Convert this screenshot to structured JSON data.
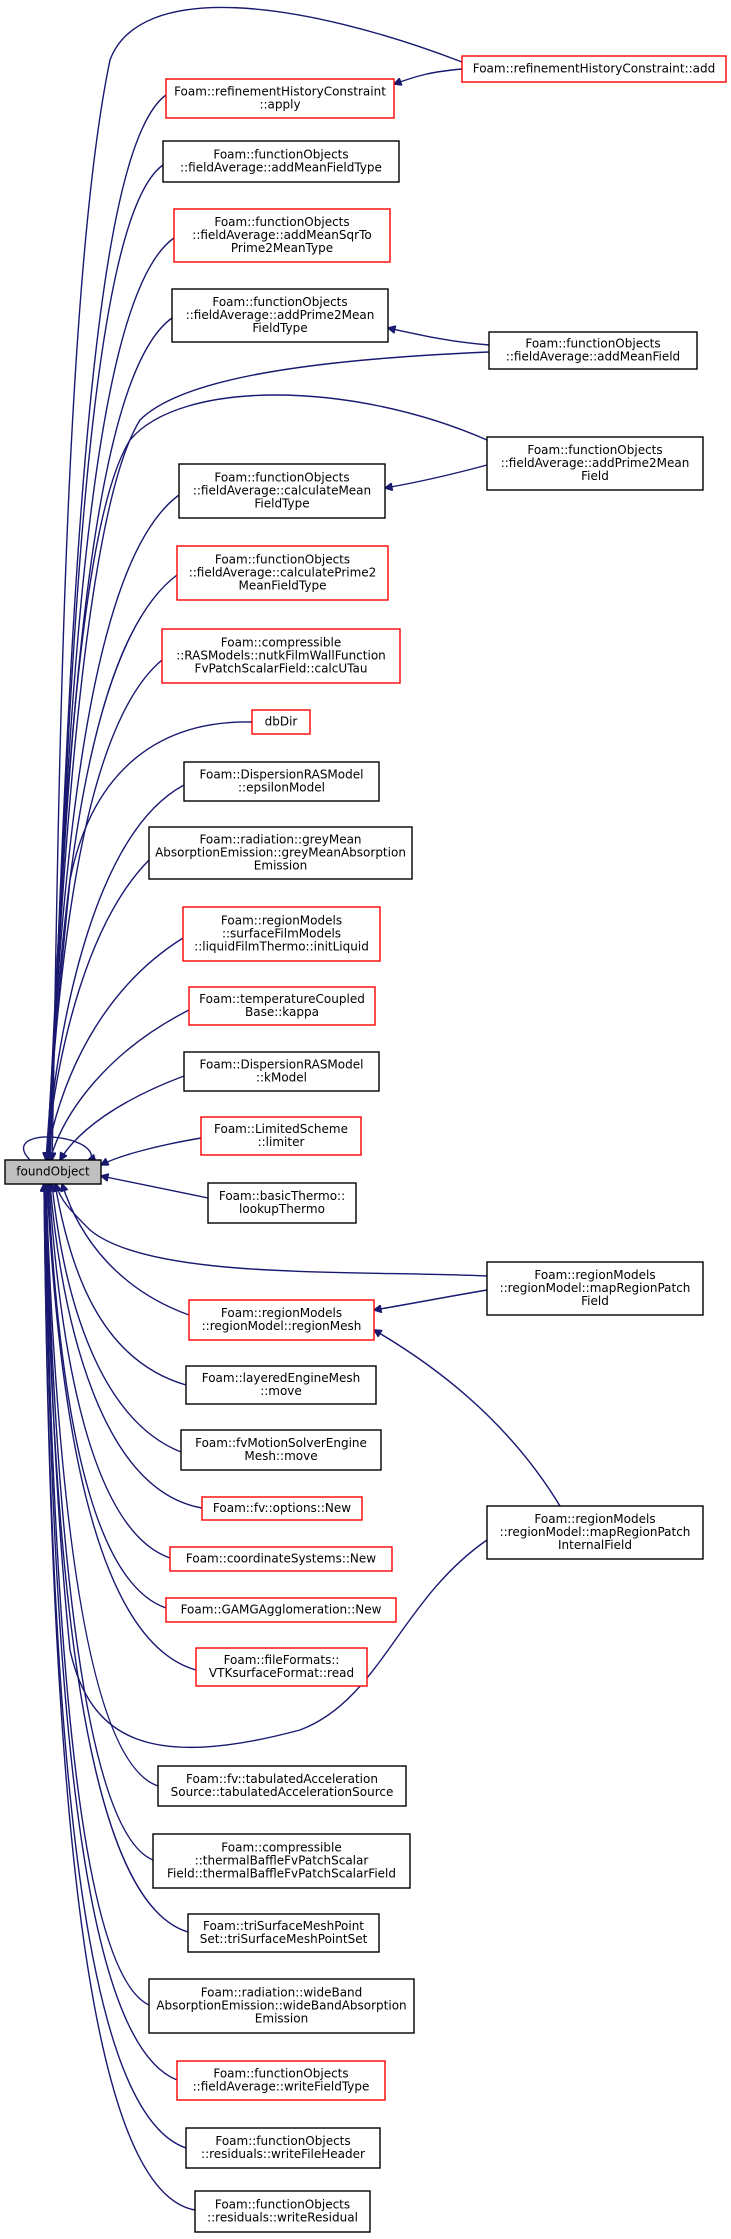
{
  "colors": {
    "edge": "#191970",
    "link_border": "#ff0000",
    "plain_border": "#000000",
    "root_fill": "#bfbfbf"
  },
  "nodes": [
    {
      "id": "root",
      "lines": [
        "foundObject"
      ],
      "style": "root"
    },
    {
      "id": "n_add",
      "lines": [
        "Foam::refinementHistoryConstraint::add"
      ],
      "style": "red"
    },
    {
      "id": "n_apply",
      "lines": [
        "Foam::refinementHistoryConstraint",
        "::apply"
      ],
      "style": "red"
    },
    {
      "id": "n_addMeanFieldType",
      "lines": [
        "Foam::functionObjects",
        "::fieldAverage::addMeanFieldType"
      ],
      "style": "black"
    },
    {
      "id": "n_addMeanSqr",
      "lines": [
        "Foam::functionObjects",
        "::fieldAverage::addMeanSqrTo",
        "Prime2MeanType"
      ],
      "style": "red"
    },
    {
      "id": "n_addPrime2MeanFieldType",
      "lines": [
        "Foam::functionObjects",
        "::fieldAverage::addPrime2Mean",
        "FieldType"
      ],
      "style": "black"
    },
    {
      "id": "n_addMeanField",
      "lines": [
        "Foam::functionObjects",
        "::fieldAverage::addMeanField"
      ],
      "style": "black"
    },
    {
      "id": "n_addPrime2MeanField",
      "lines": [
        "Foam::functionObjects",
        "::fieldAverage::addPrime2Mean",
        "Field"
      ],
      "style": "black"
    },
    {
      "id": "n_calculateMean",
      "lines": [
        "Foam::functionObjects",
        "::fieldAverage::calculateMean",
        "FieldType"
      ],
      "style": "black"
    },
    {
      "id": "n_calculatePrime2",
      "lines": [
        "Foam::functionObjects",
        "::fieldAverage::calculatePrime2",
        "MeanFieldType"
      ],
      "style": "red"
    },
    {
      "id": "n_calcUTau",
      "lines": [
        "Foam::compressible",
        "::RASModels::nutkFilmWallFunction",
        "FvPatchScalarField::calcUTau"
      ],
      "style": "red"
    },
    {
      "id": "n_dbDir",
      "lines": [
        "dbDir"
      ],
      "style": "red"
    },
    {
      "id": "n_epsilonModel",
      "lines": [
        "Foam::DispersionRASModel",
        "::epsilonModel"
      ],
      "style": "black"
    },
    {
      "id": "n_greyMean",
      "lines": [
        "Foam::radiation::greyMean",
        "AbsorptionEmission::greyMeanAbsorption",
        "Emission"
      ],
      "style": "black"
    },
    {
      "id": "n_initLiquid",
      "lines": [
        "Foam::regionModels",
        "::surfaceFilmModels",
        "::liquidFilmThermo::initLiquid"
      ],
      "style": "red"
    },
    {
      "id": "n_kappa",
      "lines": [
        "Foam::temperatureCoupled",
        "Base::kappa"
      ],
      "style": "red"
    },
    {
      "id": "n_kModel",
      "lines": [
        "Foam::DispersionRASModel",
        "::kModel"
      ],
      "style": "black"
    },
    {
      "id": "n_limiter",
      "lines": [
        "Foam::LimitedScheme",
        "::limiter"
      ],
      "style": "red"
    },
    {
      "id": "n_lookupThermo",
      "lines": [
        "Foam::basicThermo::",
        "lookupThermo"
      ],
      "style": "black"
    },
    {
      "id": "n_mapRegionPatchField",
      "lines": [
        "Foam::regionModels",
        "::regionModel::mapRegionPatch",
        "Field"
      ],
      "style": "black"
    },
    {
      "id": "n_regionMesh",
      "lines": [
        "Foam::regionModels",
        "::regionModel::regionMesh"
      ],
      "style": "red"
    },
    {
      "id": "n_layeredMove",
      "lines": [
        "Foam::layeredEngineMesh",
        "::move"
      ],
      "style": "black"
    },
    {
      "id": "n_fvMotionMove",
      "lines": [
        "Foam::fvMotionSolverEngine",
        "Mesh::move"
      ],
      "style": "black"
    },
    {
      "id": "n_mapRegionPatchInternal",
      "lines": [
        "Foam::regionModels",
        "::regionModel::mapRegionPatch",
        "InternalField"
      ],
      "style": "black"
    },
    {
      "id": "n_optionsNew",
      "lines": [
        "Foam::fv::options::New"
      ],
      "style": "red"
    },
    {
      "id": "n_coordNew",
      "lines": [
        "Foam::coordinateSystems::New"
      ],
      "style": "red"
    },
    {
      "id": "n_gamgNew",
      "lines": [
        "Foam::GAMGAgglomeration::New"
      ],
      "style": "red"
    },
    {
      "id": "n_vtkRead",
      "lines": [
        "Foam::fileFormats::",
        "VTKsurfaceFormat::read"
      ],
      "style": "red"
    },
    {
      "id": "n_tabulated",
      "lines": [
        "Foam::fv::tabulatedAcceleration",
        "Source::tabulatedAccelerationSource"
      ],
      "style": "black"
    },
    {
      "id": "n_thermalBaffle",
      "lines": [
        "Foam::compressible",
        "::thermalBaffleFvPatchScalar",
        "Field::thermalBaffleFvPatchScalarField"
      ],
      "style": "black"
    },
    {
      "id": "n_triSurface",
      "lines": [
        "Foam::triSurfaceMeshPoint",
        "Set::triSurfaceMeshPointSet"
      ],
      "style": "black"
    },
    {
      "id": "n_wideBand",
      "lines": [
        "Foam::radiation::wideBand",
        "AbsorptionEmission::wideBandAbsorption",
        "Emission"
      ],
      "style": "black"
    },
    {
      "id": "n_writeFieldType",
      "lines": [
        "Foam::functionObjects",
        "::fieldAverage::writeFieldType"
      ],
      "style": "red"
    },
    {
      "id": "n_writeFileHeader",
      "lines": [
        "Foam::functionObjects",
        "::residuals::writeFileHeader"
      ],
      "style": "black"
    },
    {
      "id": "n_writeResidual",
      "lines": [
        "Foam::functionObjects",
        "::residuals::writeResidual"
      ],
      "style": "black"
    }
  ]
}
